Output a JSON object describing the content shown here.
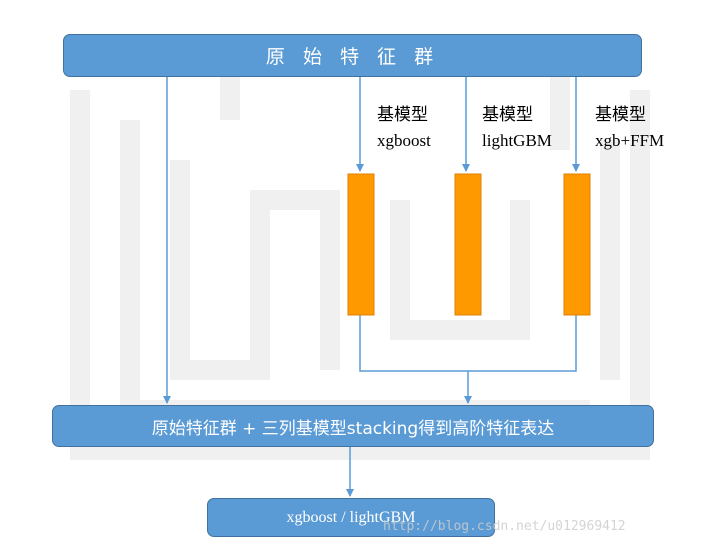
{
  "diagram": {
    "top_box": {
      "label": "原 始 特 征 群"
    },
    "base_models": [
      {
        "title": "基模型",
        "name": "xgboost"
      },
      {
        "title": "基模型",
        "name": "lightGBM"
      },
      {
        "title": "基模型",
        "name": "xgb+FFM"
      }
    ],
    "middle_box": {
      "label": "原始特征群 + 三列基模型stacking得到高阶特征表达"
    },
    "bottom_box": {
      "label": "xgboost / lightGBM"
    },
    "watermark": "http://blog.csdn.net/u012969412"
  },
  "colors": {
    "box_fill": "#5b9bd5",
    "box_border": "#41719c",
    "model_bar": "#ff9900",
    "arrow": "#5b9bd5",
    "background_pattern": "#f1f1f1"
  }
}
